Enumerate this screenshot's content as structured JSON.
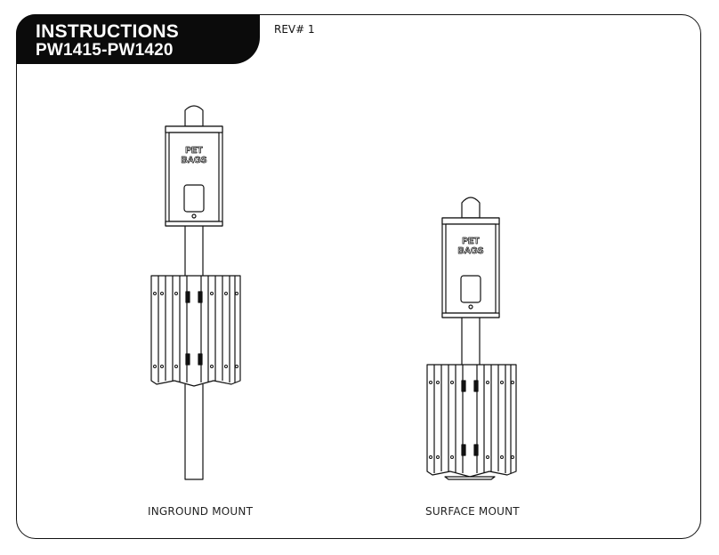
{
  "header": {
    "title": "INSTRUCTIONS",
    "model_range": "PW1415-PW1420",
    "revision": "REV# 1"
  },
  "figures": [
    {
      "caption": "INGROUND MOUNT",
      "dispenser_text": [
        "PET",
        "BAGS"
      ]
    },
    {
      "caption": "SURFACE MOUNT",
      "dispenser_text": [
        "PET",
        "BAGS"
      ]
    }
  ]
}
